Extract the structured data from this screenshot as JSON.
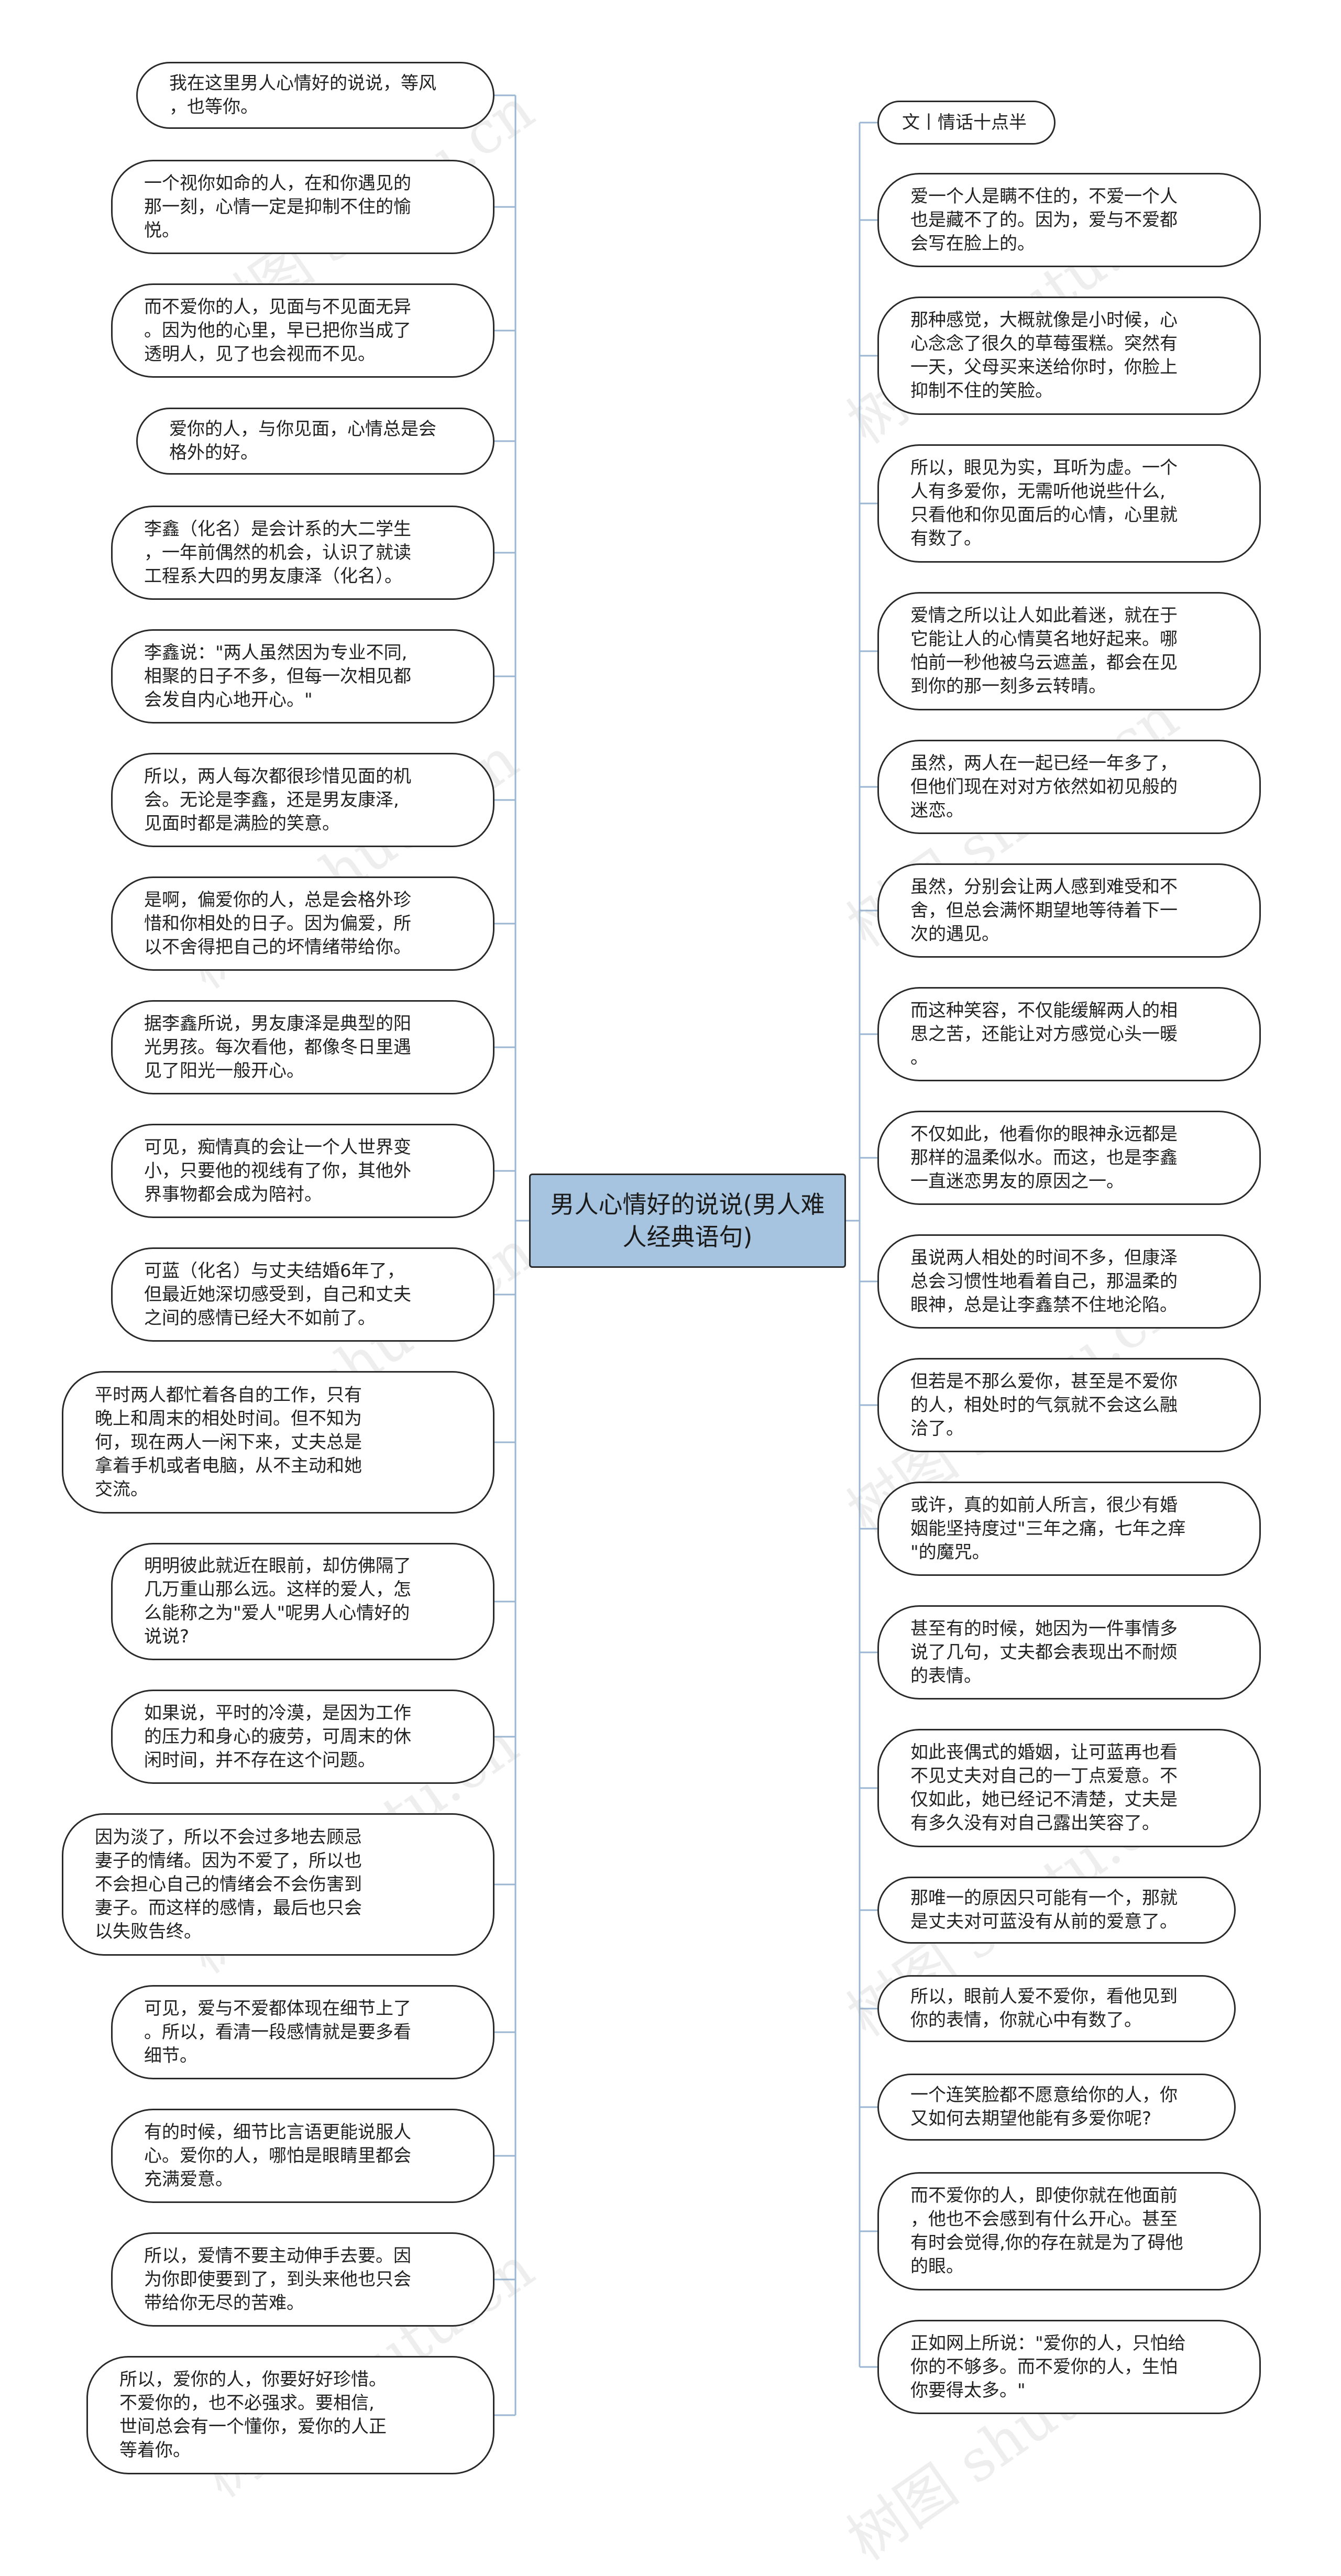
{
  "root": {
    "title": "男人心情好的说说(男人难\n人经典语句)"
  },
  "left_nodes": [
    "我在这里男人心情好的说说，等风\n，也等你。",
    "一个视你如命的人，在和你遇见的\n那一刻，心情一定是抑制不住的愉\n悦。",
    "而不爱你的人，见面与不见面无异\n。因为他的心里，早已把你当成了\n透明人，见了也会视而不见。",
    "爱你的人，与你见面，心情总是会\n格外的好。",
    "李鑫（化名）是会计系的大二学生\n，一年前偶然的机会，认识了就读\n工程系大四的男友康泽（化名）。",
    "李鑫说：\"两人虽然因为专业不同,\n相聚的日子不多，但每一次相见都\n会发自内心地开心。\"",
    "所以，两人每次都很珍惜见面的机\n会。无论是李鑫，还是男友康泽,\n见面时都是满脸的笑意。",
    "是啊，偏爱你的人，总是会格外珍\n惜和你相处的日子。因为偏爱，所\n以不舍得把自己的坏情绪带给你。",
    "据李鑫所说，男友康泽是典型的阳\n光男孩。每次看他，都像冬日里遇\n见了阳光一般开心。",
    "可见，痴情真的会让一个人世界变\n小，只要他的视线有了你，其他外\n界事物都会成为陪衬。",
    "可蓝（化名）与丈夫结婚6年了，\n但最近她深切感受到，自己和丈夫\n之间的感情已经大不如前了。",
    "平时两人都忙着各自的工作，只有\n晚上和周末的相处时间。但不知为\n何，现在两人一闲下来，丈夫总是\n拿着手机或者电脑，从不主动和她\n交流。",
    "明明彼此就近在眼前，却仿佛隔了\n几万重山那么远。这样的爱人，怎\n么能称之为\"爱人\"呢男人心情好的\n说说?",
    "如果说，平时的冷漠，是因为工作\n的压力和身心的疲劳，可周末的休\n闲时间，并不存在这个问题。",
    "因为淡了，所以不会过多地去顾忌\n妻子的情绪。因为不爱了，所以也\n不会担心自己的情绪会不会伤害到\n妻子。而这样的感情，最后也只会\n以失败告终。",
    "可见，爱与不爱都体现在细节上了\n。所以，看清一段感情就是要多看\n细节。",
    "有的时候，细节比言语更能说服人\n心。爱你的人，哪怕是眼睛里都会\n充满爱意。",
    "所以，爱情不要主动伸手去要。因\n为你即使要到了，到头来他也只会\n带给你无尽的苦难。",
    "所以，爱你的人，你要好好珍惜。\n不爱你的，也不必强求。要相信,\n世间总会有一个懂你，爱你的人正\n等着你。"
  ],
  "right_nodes": [
    "文丨情话十点半",
    "爱一个人是瞒不住的，不爱一个人\n也是藏不了的。因为，爱与不爱都\n会写在脸上的。",
    "那种感觉，大概就像是小时候，心\n心念念了很久的草莓蛋糕。突然有\n一天，父母买来送给你时，你脸上\n抑制不住的笑脸。",
    "所以，眼见为实，耳听为虚。一个\n人有多爱你，无需听他说些什么,\n只看他和你见面后的心情，心里就\n有数了。",
    "爱情之所以让人如此着迷，就在于\n它能让人的心情莫名地好起来。哪\n怕前一秒他被乌云遮盖，都会在见\n到你的那一刻多云转晴。",
    "虽然，两人在一起已经一年多了，\n但他们现在对对方依然如初见般的\n迷恋。",
    "虽然，分别会让两人感到难受和不\n舍，但总会满怀期望地等待着下一\n次的遇见。",
    "而这种笑容，不仅能缓解两人的相\n思之苦，还能让对方感觉心头一暖\n。",
    "不仅如此，他看你的眼神永远都是\n那样的温柔似水。而这，也是李鑫\n一直迷恋男友的原因之一。",
    "虽说两人相处的时间不多，但康泽\n总会习惯性地看着自己，那温柔的\n眼神，总是让李鑫禁不住地沦陷。",
    "但若是不那么爱你，甚至是不爱你\n的人，相处时的气氛就不会这么融\n洽了。",
    "或许，真的如前人所言，很少有婚\n姻能坚持度过\"三年之痛，七年之痒\n\"的魔咒。",
    "甚至有的时候，她因为一件事情多\n说了几句，丈夫都会表现出不耐烦\n的表情。",
    "如此丧偶式的婚姻，让可蓝再也看\n不见丈夫对自己的一丁点爱意。不\n仅如此，她已经记不清楚，丈夫是\n有多久没有对自己露出笑容了。",
    "那唯一的原因只可能有一个，那就\n是丈夫对可蓝没有从前的爱意了。",
    "所以，眼前人爱不爱你，看他见到\n你的表情，你就心中有数了。",
    "一个连笑脸都不愿意给你的人，你\n又如何去期望他能有多爱你呢?",
    "而不爱你的人，即使你就在他面前\n，他也不会感到有什么开心。甚至\n有时会觉得,你的存在就是为了碍他\n的眼。",
    "正如网上所说：\"爱你的人，只怕给\n你的不够多。而不爱你的人，生怕\n你要得太多。\""
  ],
  "watermark": "树图 shutu.cn",
  "colors": {
    "root_fill": "#a6c4e0",
    "connector": "#9ab6d2",
    "node_border": "#2a2a2a"
  }
}
